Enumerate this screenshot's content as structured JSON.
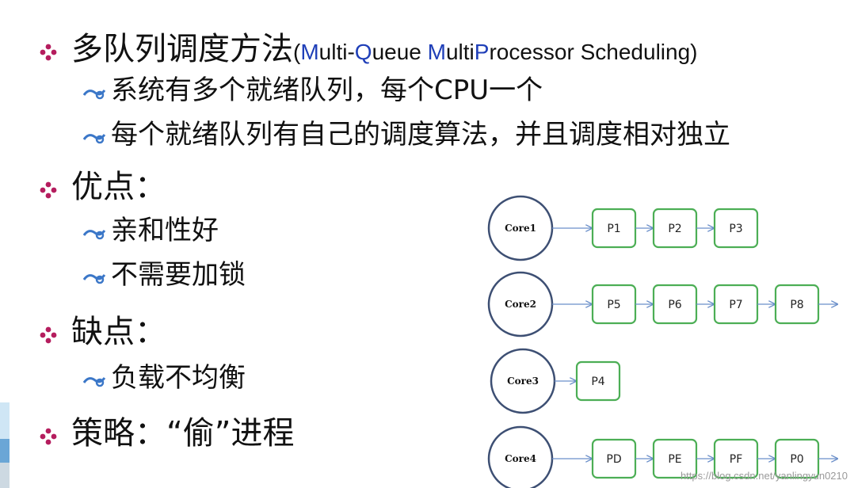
{
  "title": {
    "zh": "多队列调度方法",
    "en_parts": [
      {
        "t": "(",
        "c": "plain"
      },
      {
        "t": "M",
        "c": "blue"
      },
      {
        "t": "ulti-",
        "c": "plain"
      },
      {
        "t": "Q",
        "c": "blue"
      },
      {
        "t": "ueue ",
        "c": "plain"
      },
      {
        "t": "M",
        "c": "blue"
      },
      {
        "t": "ulti",
        "c": "plain"
      },
      {
        "t": "P",
        "c": "blue"
      },
      {
        "t": "rocessor Scheduling)",
        "c": "plain"
      }
    ]
  },
  "points": {
    "p1": "系统有多个就绪队列，每个CPU一个",
    "p2": "每个就绪队列有自己的调度算法，并且调度相对独立"
  },
  "advantages": {
    "heading": "优点：",
    "a1": "亲和性好",
    "a2": "不需要加锁"
  },
  "disadvantages": {
    "heading": "缺点：",
    "d1": "负载不均衡"
  },
  "strategy": {
    "heading": "策略：“偷”进程"
  },
  "diagram": {
    "rows": [
      {
        "core": "Core1",
        "procs": [
          "P1",
          "P2",
          "P3"
        ],
        "tail_arrow": false
      },
      {
        "core": "Core2",
        "procs": [
          "P5",
          "P6",
          "P7",
          "P8"
        ],
        "tail_arrow": true
      },
      {
        "core": "Core3",
        "procs": [
          "P4"
        ],
        "tail_arrow": false
      },
      {
        "core": "Core4",
        "procs": [
          "PD",
          "PE",
          "PF",
          "P0"
        ],
        "tail_arrow": true
      }
    ]
  },
  "watermark": "https://blog.csdn.net/yanlingyun0210",
  "colors": {
    "marker_l1": "#b51d5e",
    "marker_l2": "#3b77c8",
    "core_stroke": "#3d4f73",
    "proc_stroke": "#4cae55",
    "arrow": "#6b8fc9",
    "title_blue": "#1f3fb8"
  }
}
